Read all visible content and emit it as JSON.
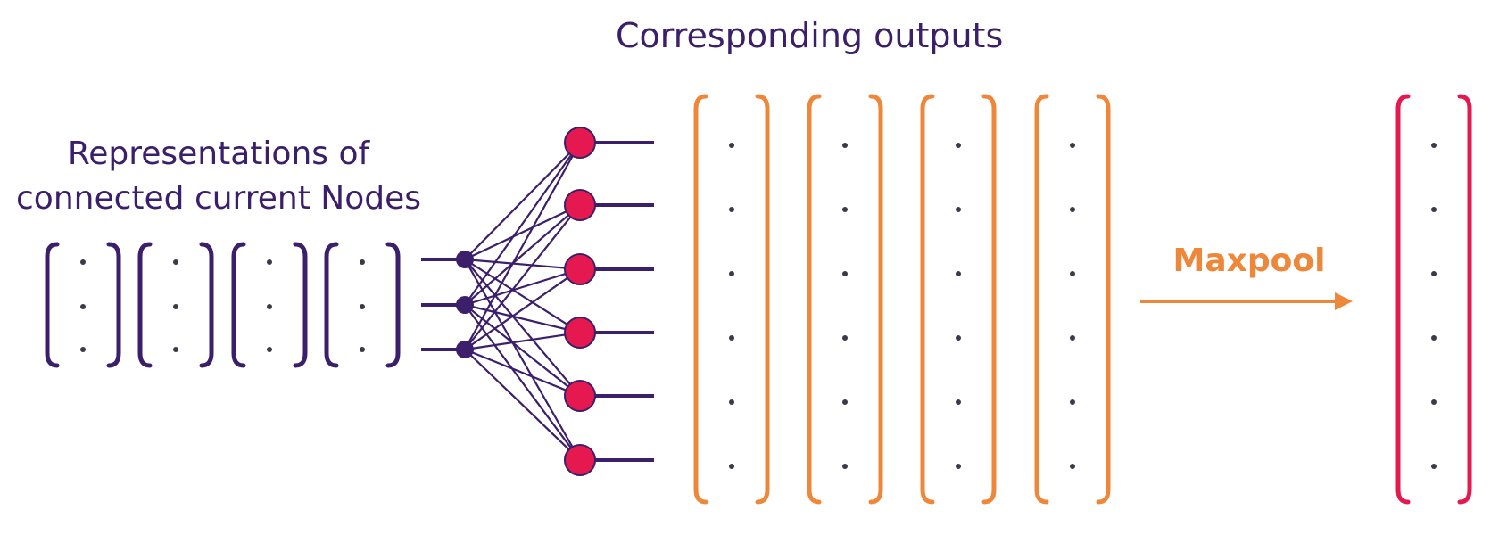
{
  "texts": {
    "outputs_title": "Corresponding outputs",
    "inputs_title_line1": "Representations of",
    "inputs_title_line2": "connected current Nodes",
    "maxpool_label": "Maxpool"
  },
  "colors": {
    "purple": "#3b1f6b",
    "orange": "#ee873a",
    "crimson": "#e5194f",
    "dot": "#3a3a4a"
  },
  "structure": {
    "input_vectors": 4,
    "input_dots_per_vector": 3,
    "input_nodes": 3,
    "output_neurons": 6,
    "output_vectors": 4,
    "output_dots_per_vector": 6,
    "pooled_vectors": 1
  },
  "icons": {
    "maxpool_arrow": "arrow-right-icon"
  }
}
